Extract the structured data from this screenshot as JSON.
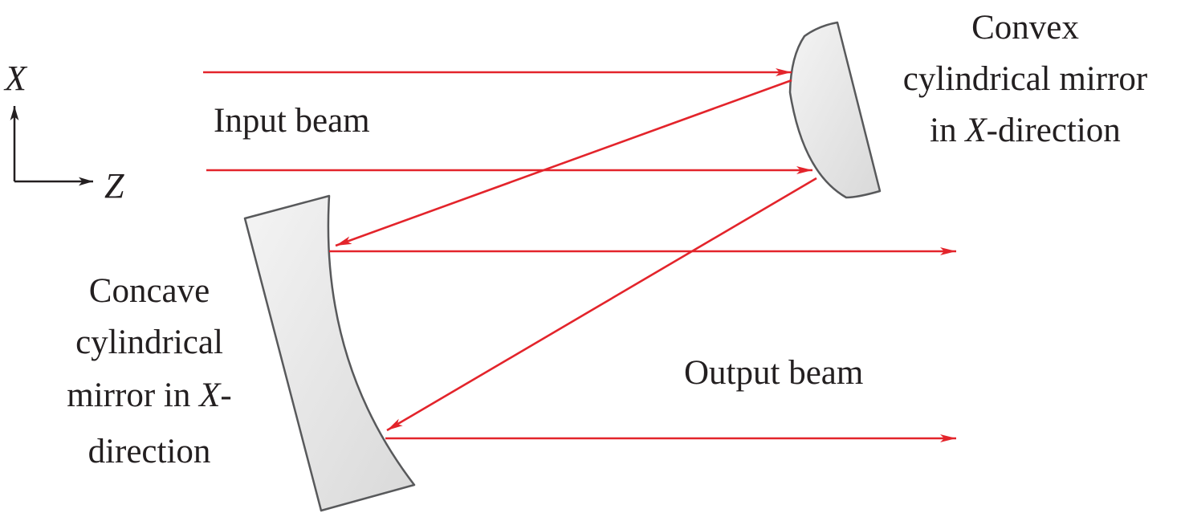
{
  "axes": {
    "x_label": "X",
    "z_label": "Z"
  },
  "labels": {
    "input_beam": "Input beam",
    "output_beam": "Output beam",
    "convex": {
      "line1": "Convex",
      "line2": "cylindrical mirror",
      "line3_prefix": "in ",
      "line3_italic": "X",
      "line3_suffix": "-direction"
    },
    "concave": {
      "line1": "Concave",
      "line2": "cylindrical",
      "line3_prefix": "mirror in ",
      "line3_italic": "X",
      "line3_suffix": "-",
      "line4": "direction"
    }
  },
  "colors": {
    "beam": "#e3242b",
    "mirror_fill": "#e6e6e6",
    "mirror_stroke": "#58595b",
    "text": "#231f20"
  }
}
